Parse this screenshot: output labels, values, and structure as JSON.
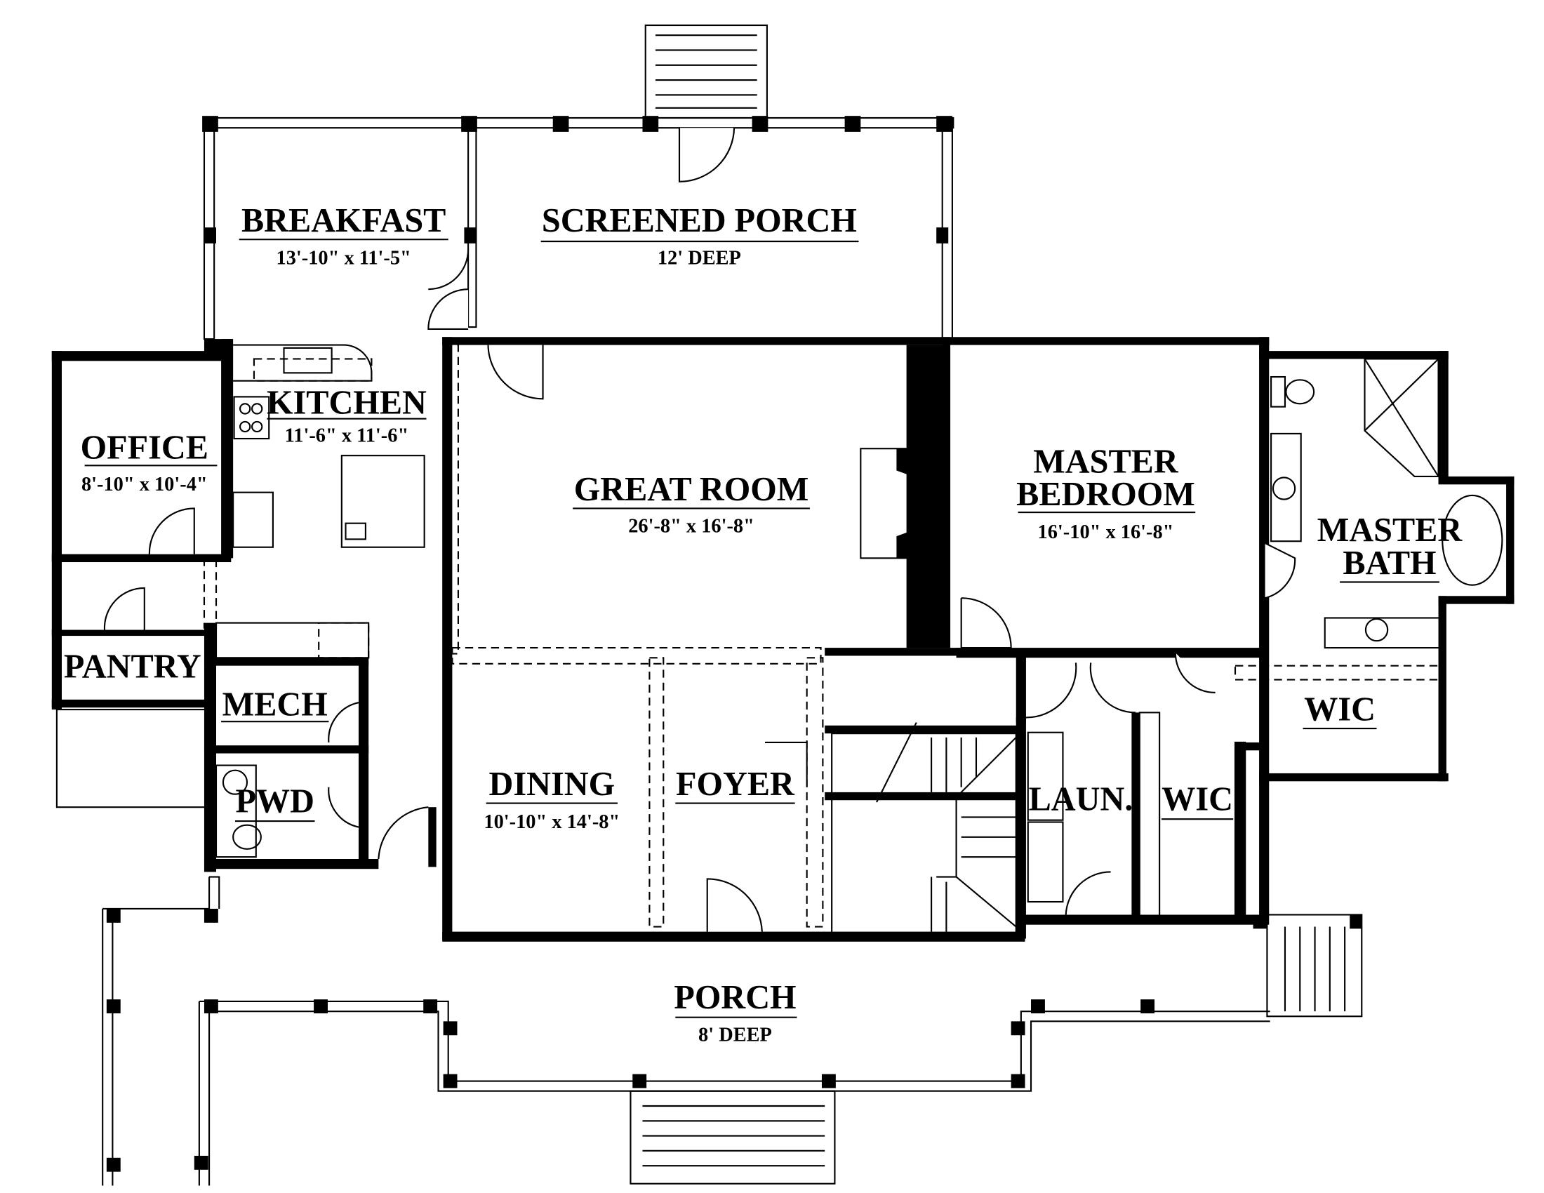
{
  "plan": {
    "rooms": [
      {
        "name": "BREAKFAST",
        "dims": "13'-10\" x 11'-5\""
      },
      {
        "name": "SCREENED PORCH",
        "dims": "12' DEEP"
      },
      {
        "name": "KITCHEN",
        "dims": "11'-6\" x 11'-6\""
      },
      {
        "name": "OFFICE",
        "dims": "8'-10\" x 10'-4\""
      },
      {
        "name": "GREAT ROOM",
        "dims": "26'-8\" x 16'-8\""
      },
      {
        "name": "MASTER",
        "name2": "BEDROOM",
        "dims": "16'-10\" x 16'-8\""
      },
      {
        "name": "MASTER",
        "name2": "BATH"
      },
      {
        "name": "PANTRY"
      },
      {
        "name": "MECH"
      },
      {
        "name": "PWD"
      },
      {
        "name": "DINING",
        "dims": "10'-10\" x 14'-8\""
      },
      {
        "name": "FOYER"
      },
      {
        "name": "LAUN."
      },
      {
        "name": "WIC"
      },
      {
        "name": "WIC"
      },
      {
        "name": "PORCH",
        "dims": "8' DEEP"
      }
    ],
    "colors": {
      "ink": "#000000",
      "paper": "#ffffff"
    }
  }
}
